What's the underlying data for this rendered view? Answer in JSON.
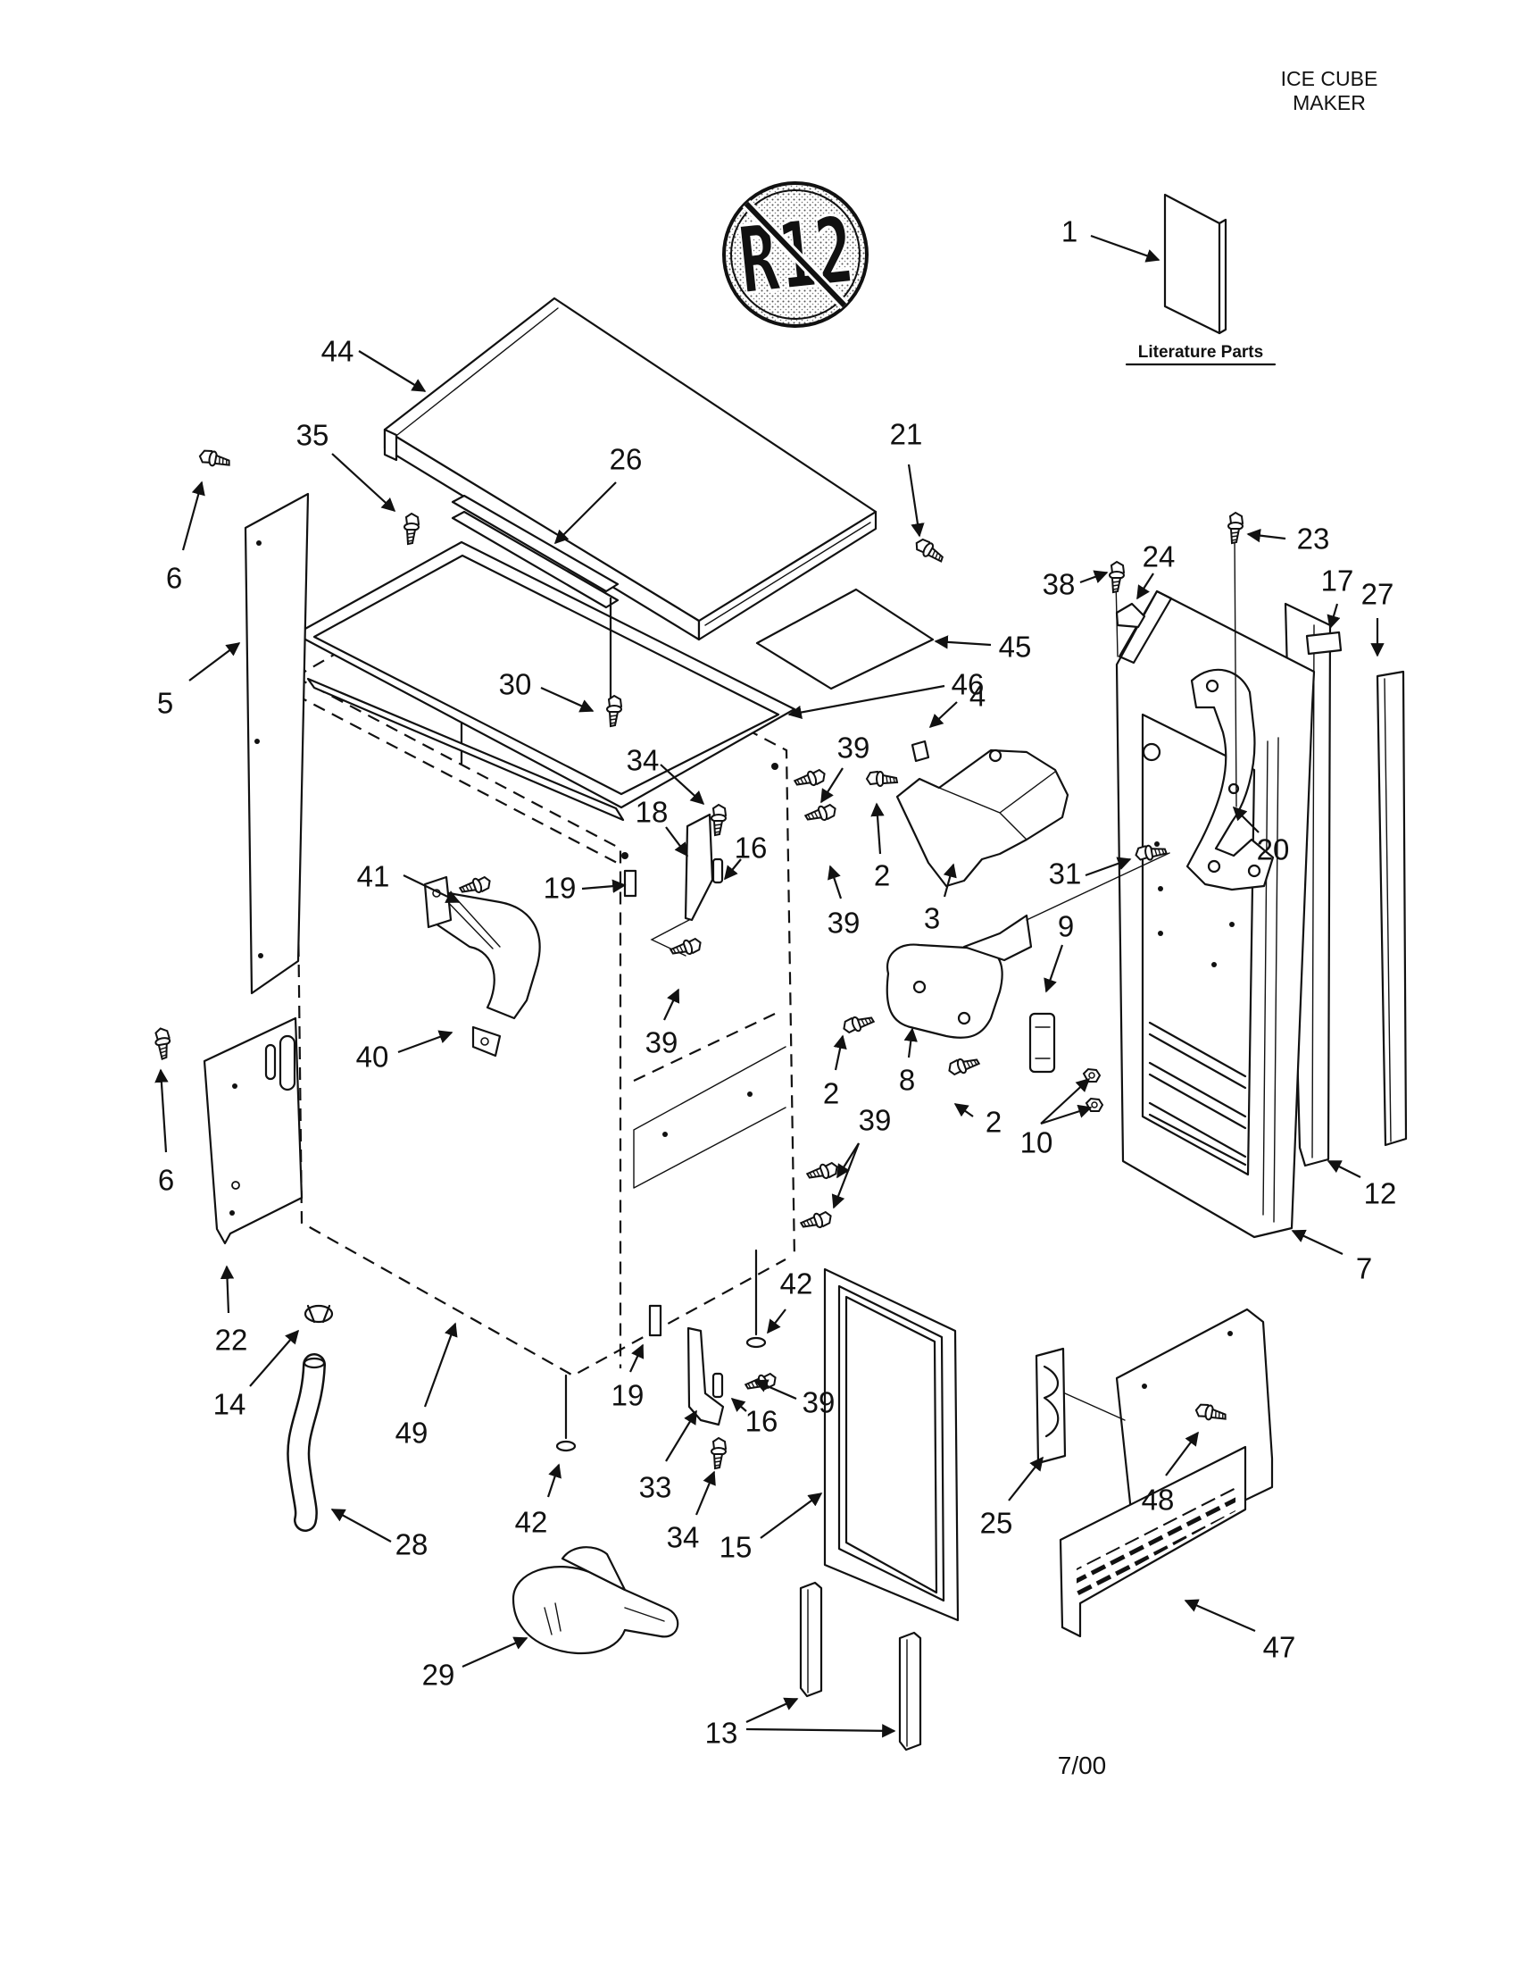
{
  "title": {
    "line1": "ICE CUBE",
    "line2": "MAKER"
  },
  "badge": {
    "label": "R12"
  },
  "literature": {
    "label": "Literature Parts"
  },
  "date": "7/00",
  "colors": {
    "ink": "#111111",
    "paper": "#ffffff",
    "stipple": "#555555"
  },
  "callouts": [
    {
      "num": "1"
    },
    {
      "num": "44"
    },
    {
      "num": "35"
    },
    {
      "num": "26"
    },
    {
      "num": "21"
    },
    {
      "num": "6"
    },
    {
      "num": "5"
    },
    {
      "num": "45"
    },
    {
      "num": "46"
    },
    {
      "num": "30"
    },
    {
      "num": "4"
    },
    {
      "num": "39"
    },
    {
      "num": "34"
    },
    {
      "num": "18"
    },
    {
      "num": "16"
    },
    {
      "num": "38"
    },
    {
      "num": "24"
    },
    {
      "num": "23"
    },
    {
      "num": "17"
    },
    {
      "num": "27"
    },
    {
      "num": "19"
    },
    {
      "num": "41"
    },
    {
      "num": "2"
    },
    {
      "num": "39"
    },
    {
      "num": "3"
    },
    {
      "num": "31"
    },
    {
      "num": "20"
    },
    {
      "num": "9"
    },
    {
      "num": "40"
    },
    {
      "num": "39"
    },
    {
      "num": "8"
    },
    {
      "num": "2"
    },
    {
      "num": "2"
    },
    {
      "num": "10"
    },
    {
      "num": "6"
    },
    {
      "num": "39"
    },
    {
      "num": "12"
    },
    {
      "num": "7"
    },
    {
      "num": "42"
    },
    {
      "num": "22"
    },
    {
      "num": "14"
    },
    {
      "num": "19"
    },
    {
      "num": "39"
    },
    {
      "num": "16"
    },
    {
      "num": "49"
    },
    {
      "num": "33"
    },
    {
      "num": "48"
    },
    {
      "num": "25"
    },
    {
      "num": "34"
    },
    {
      "num": "42"
    },
    {
      "num": "28"
    },
    {
      "num": "15"
    },
    {
      "num": "47"
    },
    {
      "num": "29"
    },
    {
      "num": "13"
    }
  ]
}
